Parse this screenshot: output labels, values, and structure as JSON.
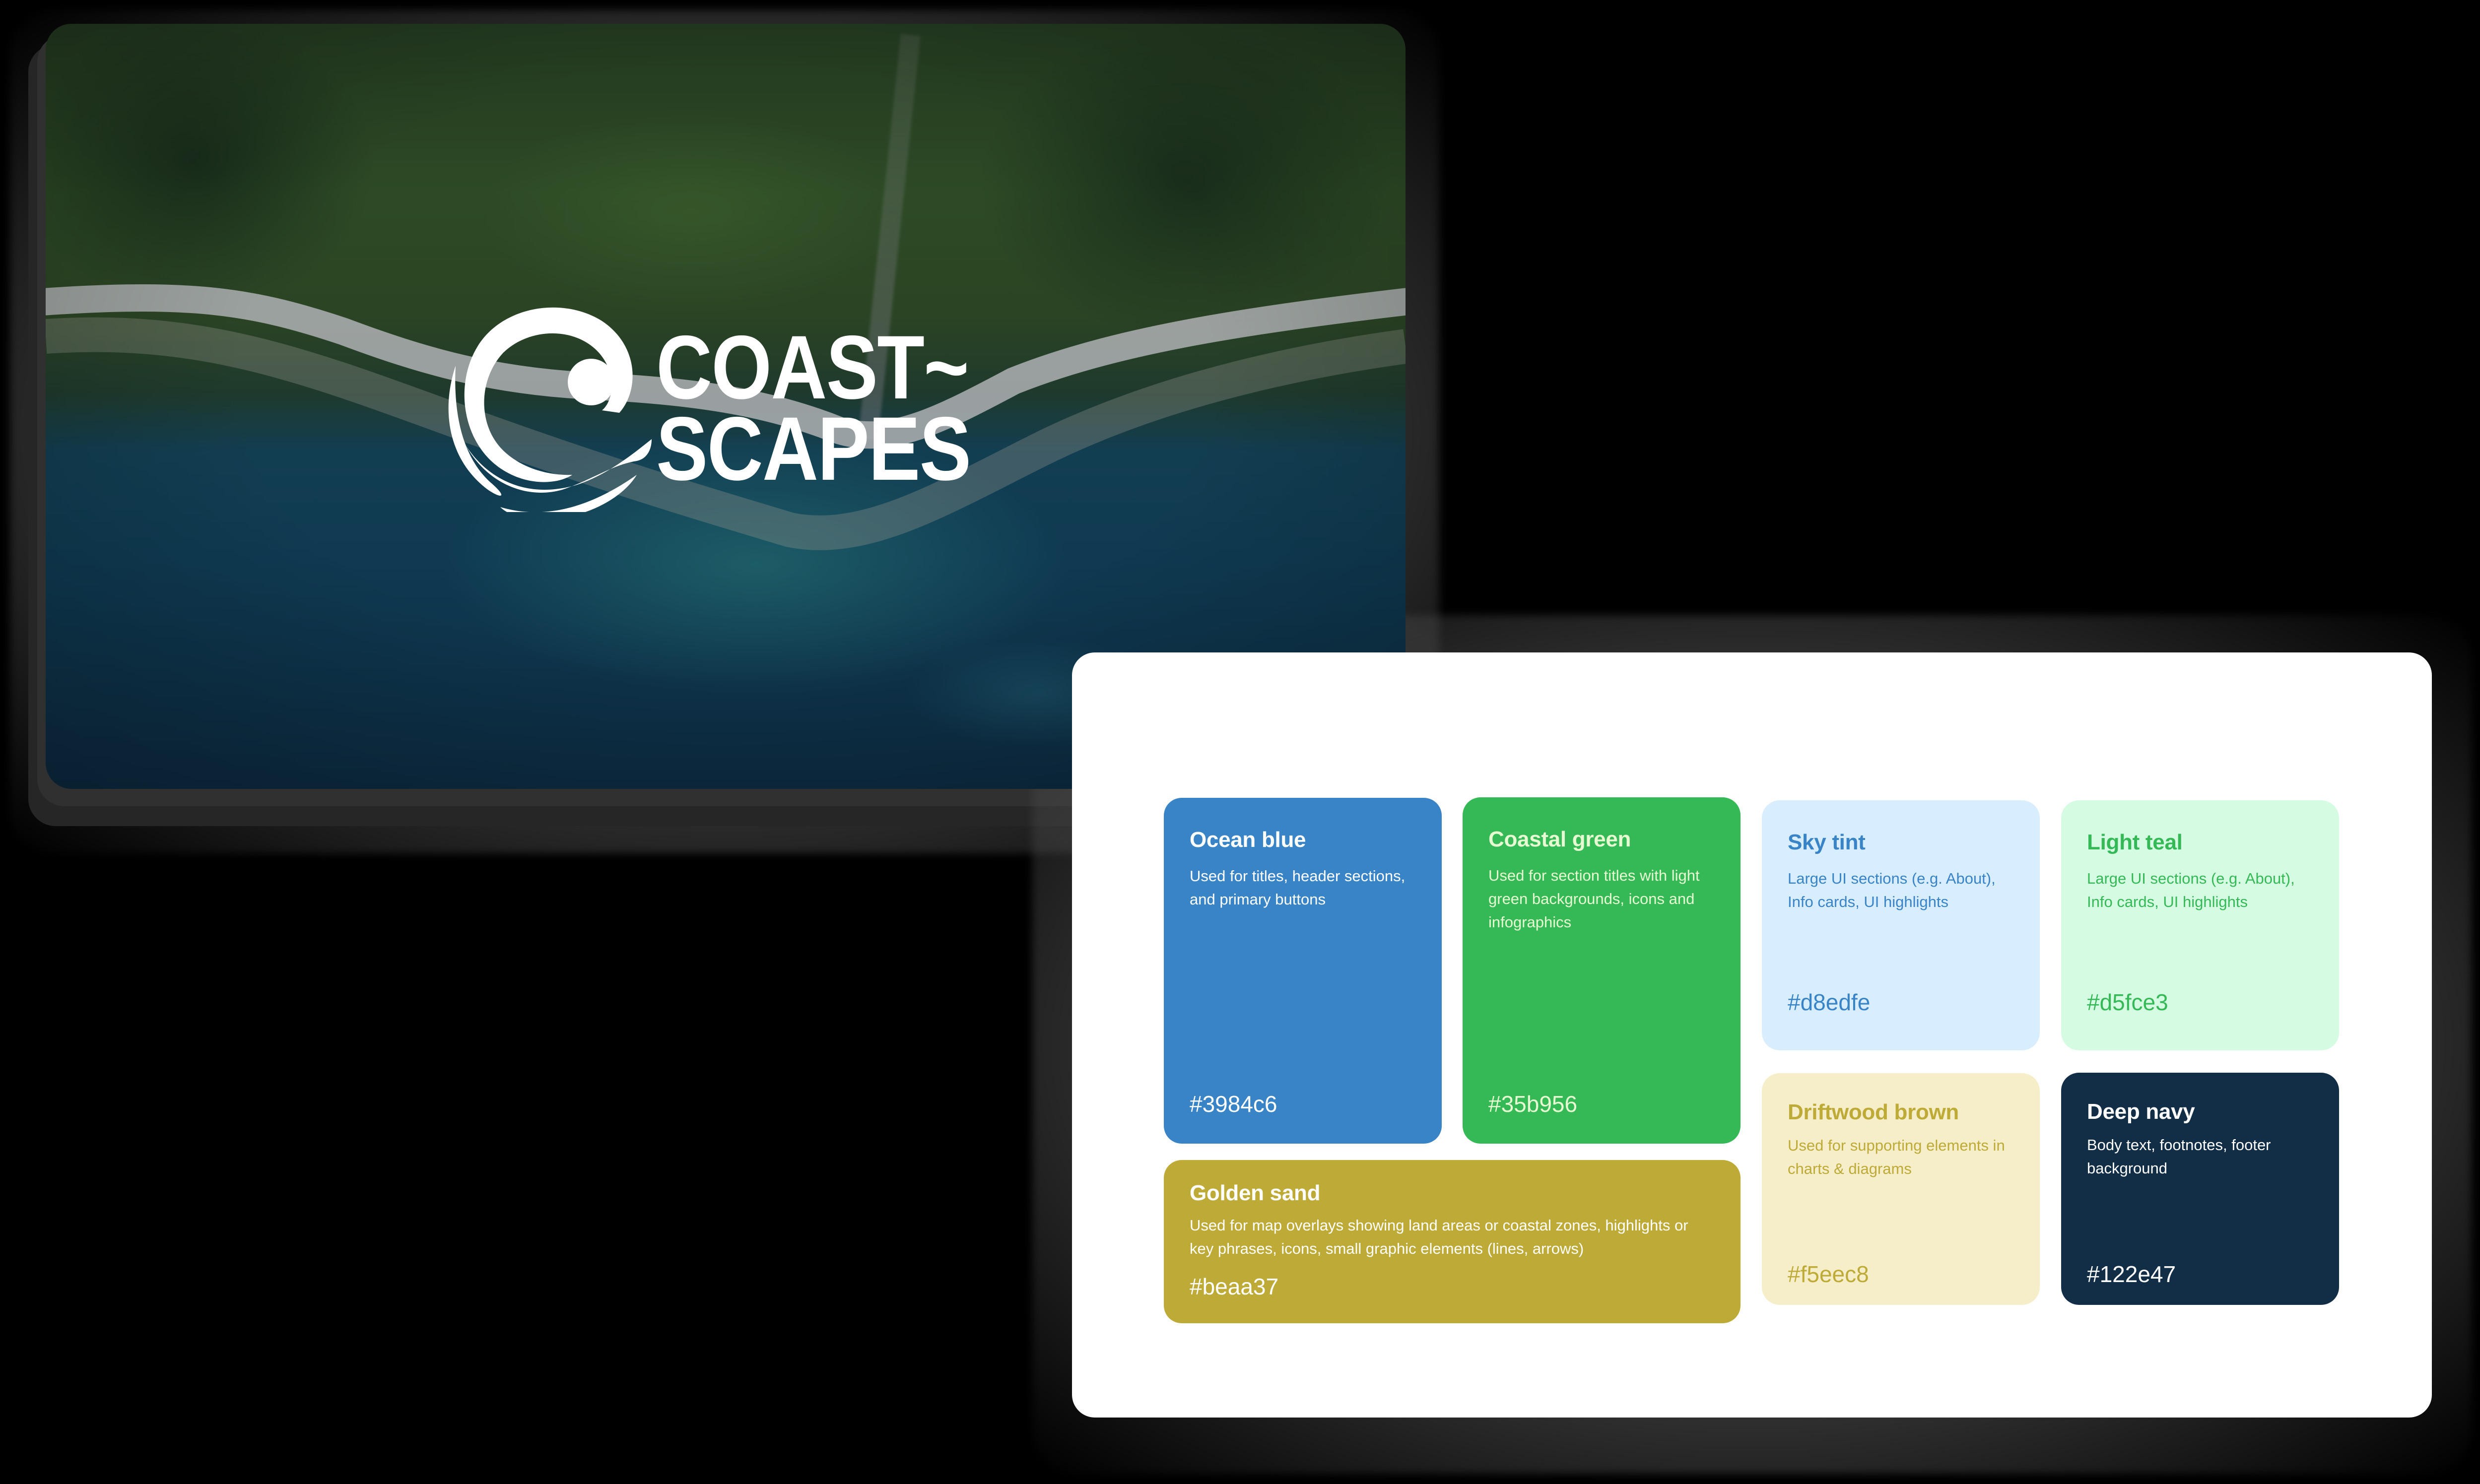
{
  "hero": {
    "image_description": "aerial coastline: forest, coastal road, turquoise sea",
    "logo": {
      "mark_icon": "wave-sun-logo-icon",
      "line1": "COAST~",
      "line2": "SCAPES"
    }
  },
  "palette": {
    "cards": [
      {
        "name": "Ocean blue",
        "description": "Used for titles, header sections, and primary buttons",
        "hex": "#3984c6",
        "bg": "#3984c6",
        "fg": "#ffffff"
      },
      {
        "name": "Coastal green",
        "description": "Used for section titles with light green backgrounds, icons and infographics",
        "hex": "#35b956",
        "bg": "#35b956",
        "fg": "#e6fbd2"
      },
      {
        "name": "Sky tint",
        "description": "Large UI sections (e.g. About), Info cards, UI highlights",
        "hex": "#d8edfe",
        "bg": "#d8edfe",
        "fg": "#3984c6"
      },
      {
        "name": "Light teal",
        "description": "Large UI sections (e.g. About), Info cards, UI highlights",
        "hex": "#d5fce3",
        "bg": "#d5fce3",
        "fg": "#35b956"
      },
      {
        "name": "Golden sand",
        "description": "Used for map overlays showing land areas or coastal zones, highlights or key phrases, icons, small graphic elements (lines, arrows)",
        "hex": "#beaa37",
        "bg": "#beaa37",
        "fg": "#ffffff"
      },
      {
        "name": "Driftwood brown",
        "description": "Used for supporting elements in charts & diagrams",
        "hex": "#f5eec8",
        "bg": "#f5eec8",
        "fg": "#beaa37"
      },
      {
        "name": "Deep navy",
        "description": "Body text, footnotes, footer background",
        "hex": "#122e47",
        "bg": "#122e47",
        "fg": "#ffffff"
      }
    ]
  }
}
